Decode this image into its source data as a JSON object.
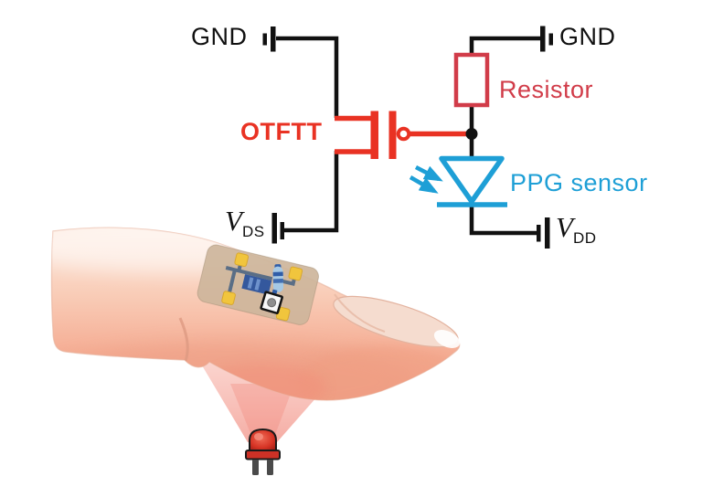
{
  "diagram": {
    "title_hint": "PPG sensing circuit with OTFT on finger",
    "labels": {
      "gnd_left": "GND",
      "gnd_right": "GND",
      "transistor": "OTFTT",
      "resistor": "Resistor",
      "ppg_sensor": "PPG sensor",
      "vds_base": "V",
      "vds_sub": "DS",
      "vdd_base": "V",
      "vdd_sub": "DD"
    },
    "colors": {
      "wire_black": "#111111",
      "transistor_red": "#e93223",
      "resistor_crimson": "#d13c49",
      "ppg_cyan": "#1e9fd6",
      "led_red": "#cf3126",
      "light_cone_pink": "#f4978a",
      "skin_light": "#fdeade",
      "skin_mid": "#f7c3ad",
      "skin_deep": "#f0a48c",
      "patch_tan": "#cdb59b",
      "pad_yellow": "#f1c53d",
      "trace_blue": "#5a6e86",
      "device_blue": "#34589d",
      "capsule_blue": "#a6c9e5"
    },
    "icons": [
      "ground-terminal-icon",
      "battery-terminal-icon",
      "otft-transistor-symbol",
      "resistor-symbol",
      "photodiode-symbol",
      "light-arrows-icon",
      "junction-dot",
      "finger-illustration",
      "sensor-patch",
      "led-icon",
      "light-cone"
    ]
  }
}
